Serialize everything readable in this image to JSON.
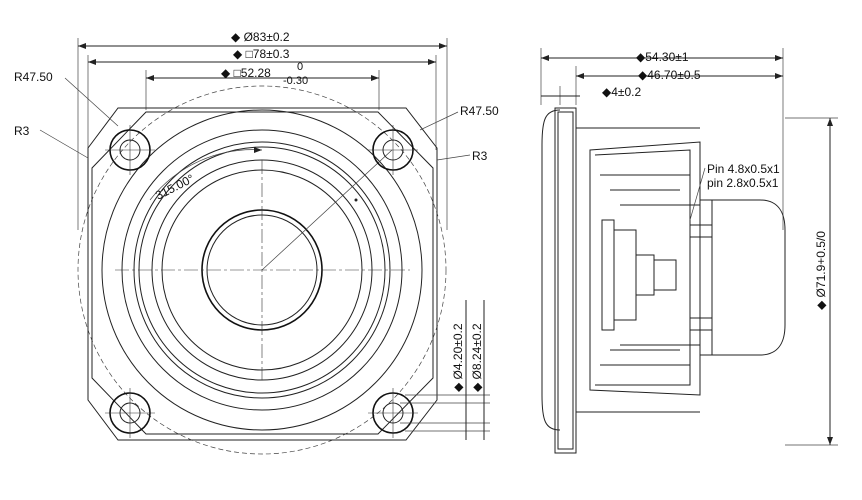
{
  "front_view": {
    "dim_outer_diameter": "◆ Ø83±0.2",
    "dim_square": "◆ □78±0.3",
    "dim_inner_square_main": "◆ □52.28",
    "dim_inner_square_tol_upper": "0",
    "dim_inner_square_tol_lower": "-0.30",
    "radius_upper_left": "R47.50",
    "radius_upper_right": "R47.50",
    "radius_small_left": "R3",
    "radius_small_right": "R3",
    "angle": "315.00°",
    "hole_dim_1": "◆ Ø4.20±0.2",
    "hole_dim_2": "◆ Ø8.24±0.2"
  },
  "side_view": {
    "dim_total_depth": "◆54.30±1",
    "dim_rear_depth": "◆46.70±0.5",
    "dim_flange": "◆4±0.2",
    "pin_line_1": "Pin 4.8x0.5x1",
    "pin_line_2": "pin 2.8x0.5x1",
    "dim_diameter": "◆ Ø71.9+0.5/0"
  }
}
